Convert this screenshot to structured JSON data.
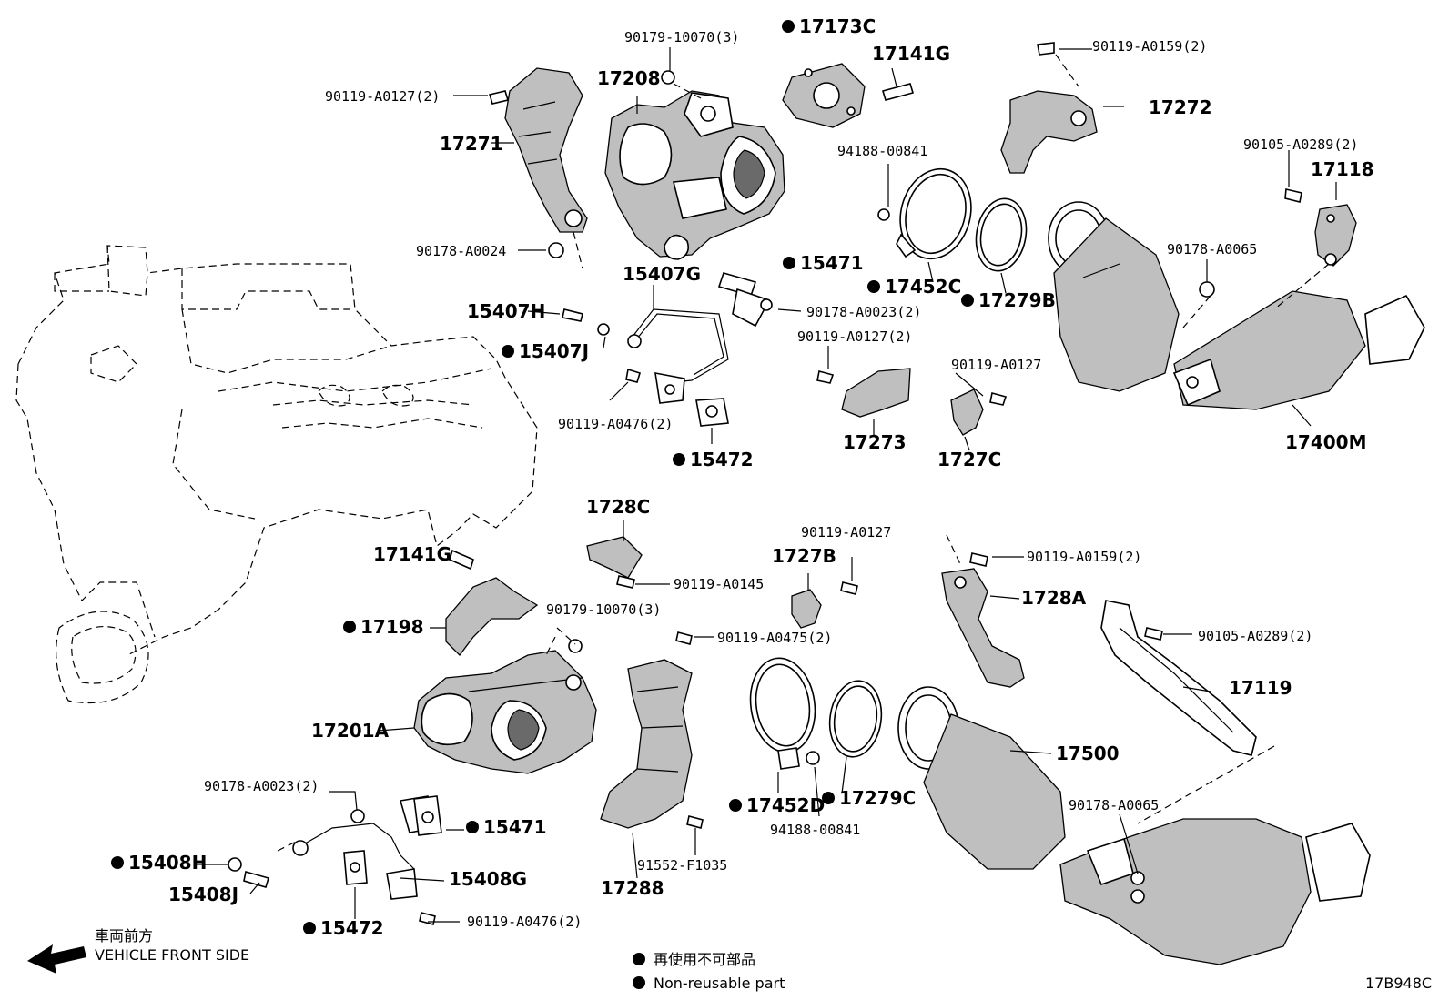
{
  "diagram": {
    "parts_upper": {
      "p_90179_10070_top": "90179-10070(3)",
      "p_17173C": "17173C",
      "p_17141G_top": "17141G",
      "p_90119_A0159_top": "90119-A0159(2)",
      "p_90119_A0127_2_top": "90119-A0127(2)",
      "p_17208": "17208",
      "p_17272": "17272",
      "p_17271": "17271",
      "p_94188_00841_top": "94188-00841",
      "p_90105_A0289_top": "90105-A0289(2)",
      "p_17118": "17118",
      "p_90178_A0065_top": "90178-A0065",
      "p_90178_A0024": "90178-A0024",
      "p_15471_top": "15471",
      "p_15407G": "15407G",
      "p_17452C": "17452C",
      "p_17279B": "17279B",
      "p_15407H": "15407H",
      "p_90178_A0023_top": "90178-A0023(2)",
      "p_15407J": "15407J",
      "p_90119_A0127_2_mid": "90119-A0127(2)",
      "p_90119_A0127_right": "90119-A0127",
      "p_90119_A0476_top": "90119-A0476(2)",
      "p_17273": "17273",
      "p_17400M": "17400M",
      "p_15472_top": "15472",
      "p_1727C": "1727C"
    },
    "parts_lower": {
      "p_1728C": "1728C",
      "p_90119_A0127_low": "90119-A0127",
      "p_17141G_low": "17141G",
      "p_90119_A0159_low": "90119-A0159(2)",
      "p_1727B": "1727B",
      "p_90119_A0145": "90119-A0145",
      "p_1728A": "1728A",
      "p_17198": "17198",
      "p_90179_10070_low": "90179-10070(3)",
      "p_90119_A0475": "90119-A0475(2)",
      "p_90105_A0289_low": "90105-A0289(2)",
      "p_17119": "17119",
      "p_17201A": "17201A",
      "p_17500": "17500",
      "p_90178_A0023_low": "90178-A0023(2)",
      "p_90178_A0065_low": "90178-A0065",
      "p_15471_low": "15471",
      "p_17452D": "17452D",
      "p_17279C": "17279C",
      "p_94188_00841_low": "94188-00841",
      "p_15408H": "15408H",
      "p_91552_F1035": "91552-F1035",
      "p_15408G": "15408G",
      "p_15408J": "15408J",
      "p_17288": "17288",
      "p_15472_low": "15472",
      "p_90119_A0476_low": "90119-A0476(2)"
    },
    "direction_jp": "車両前方",
    "direction_en": "VEHICLE FRONT SIDE",
    "legend_jp": "再使用不可部品",
    "legend_en": "Non-reusable part",
    "figure_code": "17B948C"
  }
}
